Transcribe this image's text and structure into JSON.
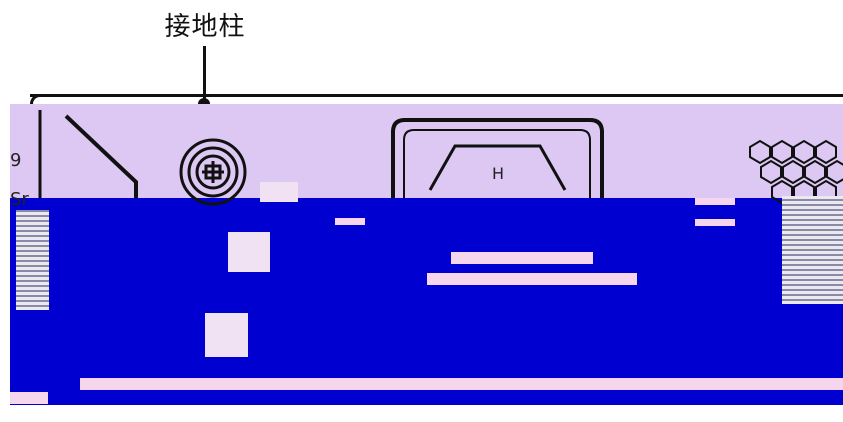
{
  "callout": {
    "label": "接地柱"
  },
  "labels": {
    "left_edge_digit": "9",
    "left_edge_code": "Sr",
    "connector_mark": "H"
  },
  "colors": {
    "upper_panel": "#dcc8f3",
    "lower_panel": "#0000d0",
    "highlight_strip": "#f6d6ef",
    "outline": "#111111"
  }
}
